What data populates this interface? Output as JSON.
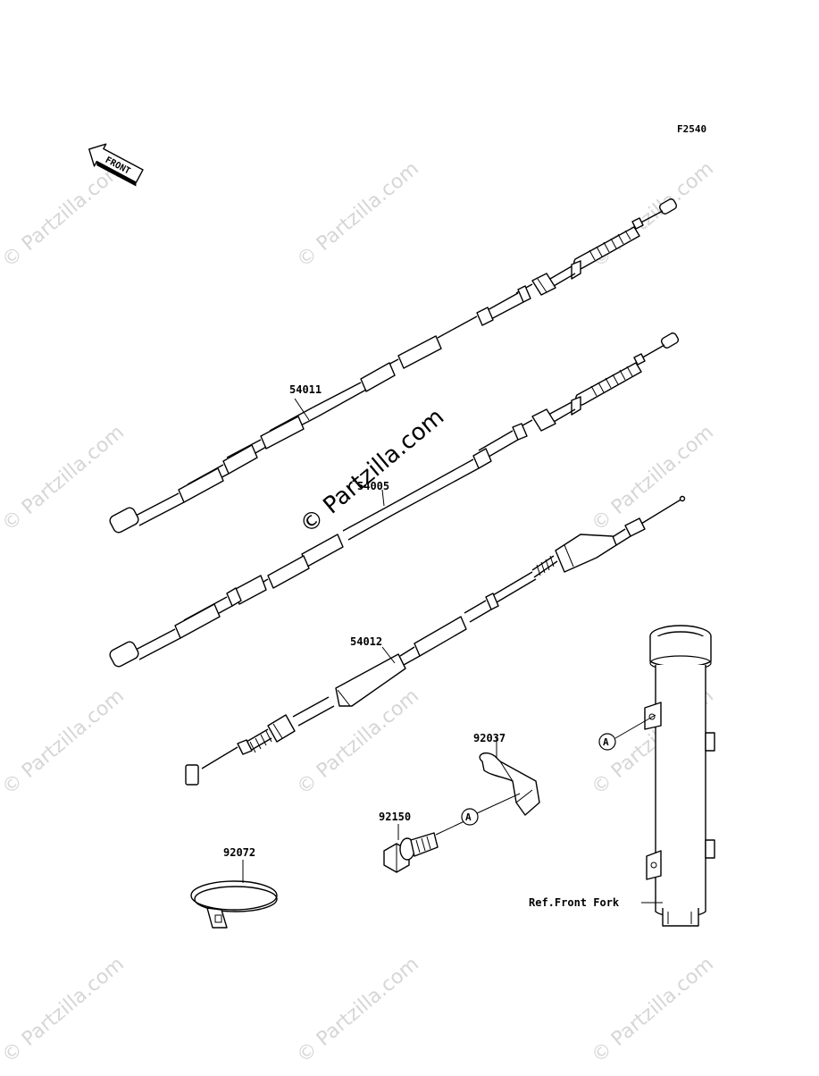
{
  "figure_code": "F2540",
  "front_arrow_label": "FRONT",
  "watermark_text": "© Partzilla.com",
  "center_watermark_text": "© Partzilla.com",
  "parts": {
    "clutch_cable_upper": "54011",
    "clutch_cable_middle": "54005",
    "throttle_cable": "54012",
    "clamp": "92037",
    "bolt": "92150",
    "band": "92072"
  },
  "ref_marker": "A",
  "ref_front_fork": "Ref.Front Fork",
  "colors": {
    "line": "#000000",
    "watermark": "#d6d6d6",
    "background": "#ffffff"
  }
}
